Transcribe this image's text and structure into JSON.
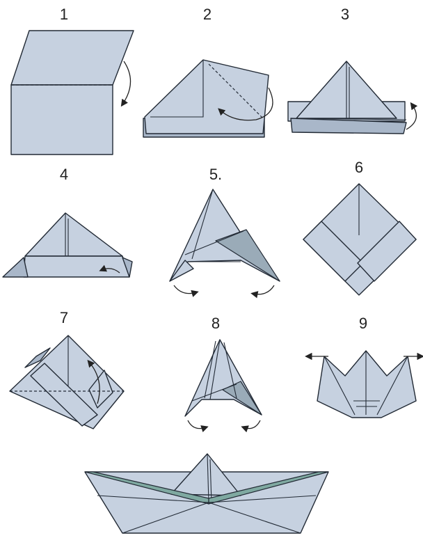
{
  "steps": [
    {
      "label": "1"
    },
    {
      "label": "2"
    },
    {
      "label": "3"
    },
    {
      "label": "4"
    },
    {
      "label": "5."
    },
    {
      "label": "6"
    },
    {
      "label": "7"
    },
    {
      "label": "8"
    },
    {
      "label": "9"
    }
  ],
  "colors": {
    "paper": "#c6d1e0",
    "paper_dark": "#a9b7c9",
    "outline": "#222a35",
    "trim": "#7fa9a1"
  }
}
